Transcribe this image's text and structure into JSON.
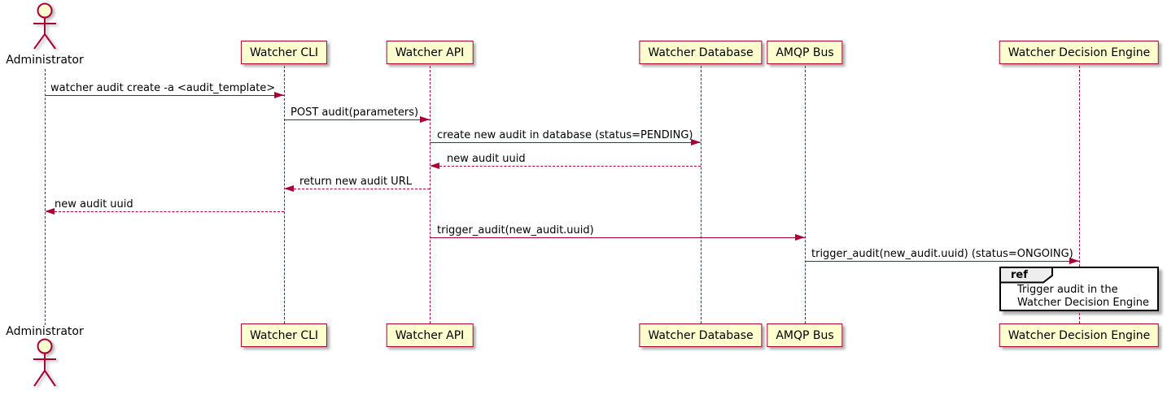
{
  "diagram": {
    "type": "plantuml-sequence",
    "colors": {
      "participant_fill": "#FEFECE",
      "stroke": "#A80036",
      "text": "#000000",
      "ref_border": "#000000",
      "ref_tab_fill": "#EEEEEE",
      "ref_fill": "#FFFFFF"
    },
    "actor": {
      "name": "Administrator"
    },
    "participants": [
      {
        "name": "Watcher CLI"
      },
      {
        "name": "Watcher API"
      },
      {
        "name": "Watcher Database"
      },
      {
        "name": "AMQP Bus"
      },
      {
        "name": "Watcher Decision Engine"
      }
    ],
    "messages": [
      {
        "text": "watcher audit create -a <audit_template>",
        "from": "Administrator",
        "to": "Watcher CLI",
        "style": "solid"
      },
      {
        "text": "POST audit(parameters)",
        "from": "Watcher CLI",
        "to": "Watcher API",
        "style": "solid"
      },
      {
        "text": "create new audit in database (status=PENDING)",
        "from": "Watcher API",
        "to": "Watcher Database",
        "style": "solid"
      },
      {
        "text": "new audit uuid",
        "from": "Watcher Database",
        "to": "Watcher API",
        "style": "dashed"
      },
      {
        "text": "return new audit URL",
        "from": "Watcher API",
        "to": "Watcher CLI",
        "style": "dashed"
      },
      {
        "text": "new audit uuid",
        "from": "Watcher CLI",
        "to": "Administrator",
        "style": "dashed"
      },
      {
        "text": "trigger_audit(new_audit.uuid)",
        "from": "Watcher API",
        "to": "AMQP Bus",
        "style": "solid"
      },
      {
        "text": "trigger_audit(new_audit.uuid) (status=ONGOING)",
        "from": "AMQP Bus",
        "to": "Watcher Decision Engine",
        "style": "solid"
      }
    ],
    "ref": {
      "keyword": "ref",
      "lines": [
        "Trigger audit in the",
        "Watcher Decision Engine"
      ]
    }
  }
}
